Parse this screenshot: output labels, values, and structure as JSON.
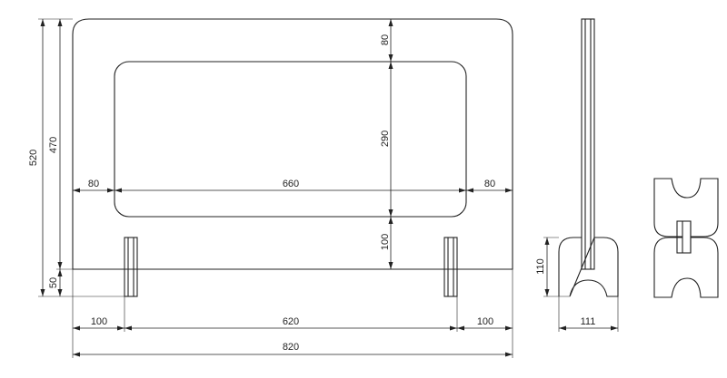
{
  "colors": {
    "line": "#222222",
    "background": "#ffffff"
  },
  "dimensions": {
    "height_total": "520",
    "height_panel": "470",
    "height_foot_below": "50",
    "top_margin": "80",
    "window_height": "290",
    "bottom_margin": "100",
    "left_margin": "80",
    "window_width": "660",
    "right_margin": "80",
    "foot_offset_left": "100",
    "foot_spacing": "620",
    "foot_offset_right": "100",
    "total_width": "820",
    "side_foot_height": "110",
    "side_foot_width": "111"
  }
}
